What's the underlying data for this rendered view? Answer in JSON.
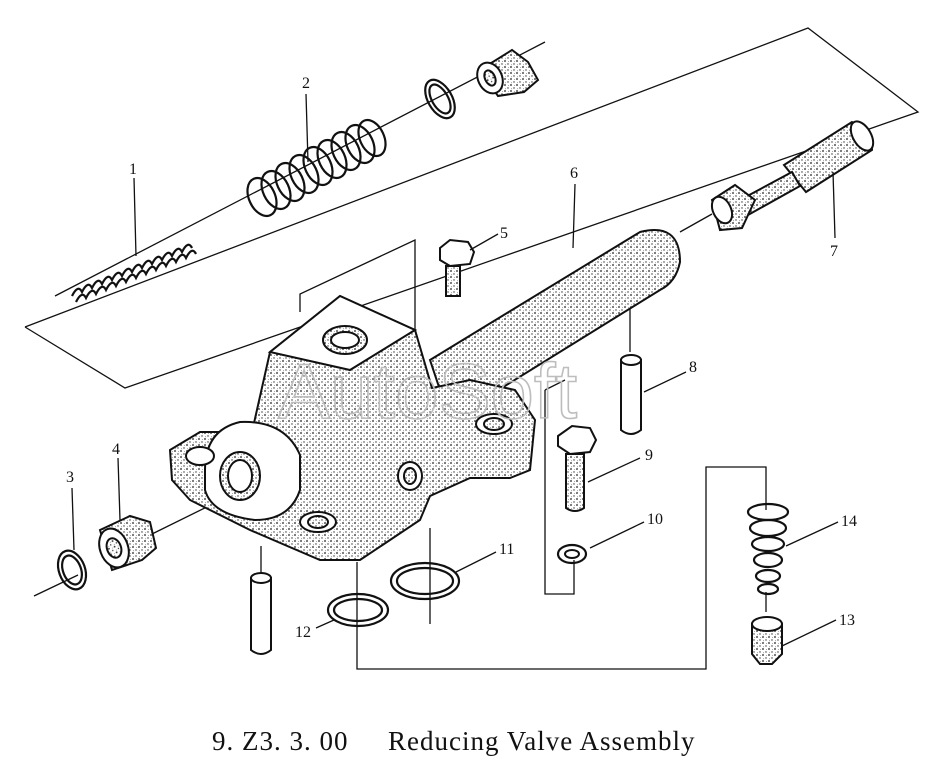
{
  "caption": {
    "code": "9. Z3. 3. 00",
    "title": "Reducing Valve Assembly"
  },
  "watermark": "AutoSoft",
  "callouts": [
    "1",
    "2",
    "3",
    "4",
    "5",
    "6",
    "7",
    "8",
    "9",
    "10",
    "11",
    "12",
    "13",
    "14"
  ]
}
